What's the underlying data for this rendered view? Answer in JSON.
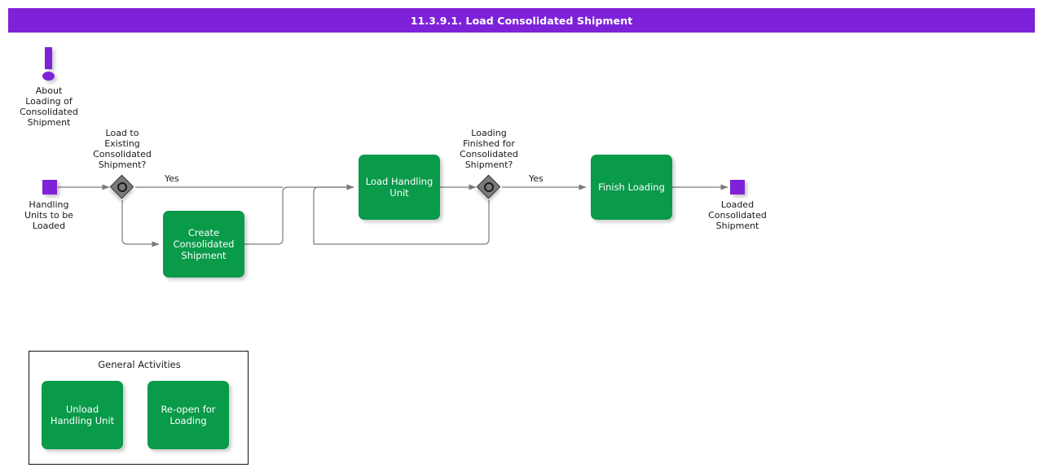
{
  "header": {
    "title": "11.3.9.1. Load Consolidated Shipment",
    "bar_color": "#7d22d9"
  },
  "colors": {
    "accent_purple": "#7d22d9",
    "task_green": "#099a4a",
    "gateway_gray": "#7a7a7a",
    "connector_gray": "#7a7a7a",
    "text": "#1a1a1a"
  },
  "annotation": {
    "icon": "exclamation-icon",
    "label": "About\nLoading of\nConsolidated\nShipment"
  },
  "events": {
    "start": {
      "icon": "start-event-square",
      "label": "Handling\nUnits to be\nLoaded"
    },
    "end": {
      "icon": "end-event-square",
      "label": "Loaded\nConsolidated\nShipment"
    }
  },
  "gateways": [
    {
      "id": "load-to-existing",
      "icon": "inclusive-gateway-icon",
      "label": "Load to\nExisting\nConsolidated\nShipment?",
      "yes_label": "Yes"
    },
    {
      "id": "loading-finished",
      "icon": "inclusive-gateway-icon",
      "label": "Loading\nFinished for\nConsolidated\nShipment?",
      "yes_label": "Yes"
    }
  ],
  "tasks": [
    {
      "id": "create-consolidated-shipment",
      "label": "Create\nConsolidated\nShipment"
    },
    {
      "id": "load-handling-unit",
      "label": "Load Handling\nUnit"
    },
    {
      "id": "finish-loading",
      "label": "Finish Loading"
    }
  ],
  "general_activities": {
    "title": "General Activities",
    "items": [
      {
        "id": "unload-handling-unit",
        "label": "Unload Handling\nUnit"
      },
      {
        "id": "re-open-for-loading",
        "label": "Re-open for\nLoading"
      }
    ]
  }
}
